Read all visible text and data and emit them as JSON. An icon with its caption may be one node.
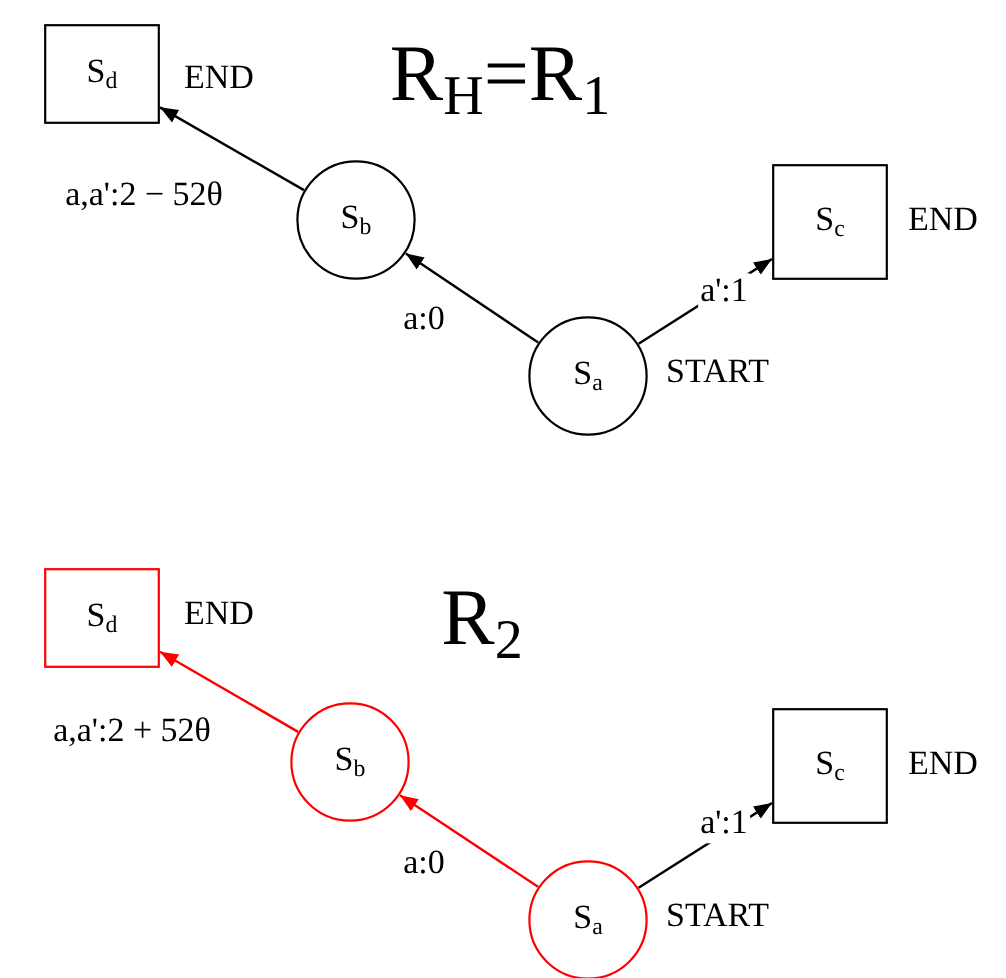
{
  "diagram": {
    "nodes": [
      {
        "text": [
          "S$_{d}$"
        ],
        "beside": [
          "END"
        ]
      },
      {
        "text": [
          "S$_{b}$"
        ]
      },
      {
        "text": [
          "S$_{c}$"
        ],
        "beside": [
          "END"
        ]
      },
      {
        "text": [
          "S$_{a}$"
        ],
        "beside": [
          "START"
        ]
      },
      {
        "text": [
          "S$_{d}$"
        ],
        "beside": [
          "END"
        ]
      },
      {
        "text": [
          "S$_{b}$"
        ]
      },
      {
        "text": [
          "S$_{c}$"
        ],
        "beside": [
          "END"
        ]
      },
      {
        "text": [
          "S$_{a}$"
        ],
        "beside": [
          "START"
        ]
      }
    ],
    "edges": [
      {
        "from": 3,
        "to": 1,
        "arrow": "to",
        "label": "a:0"
      },
      {
        "from": 1,
        "to": 0,
        "arrow": "to",
        "label": "a,a':2 − 52θ"
      },
      {
        "from": 3,
        "to": 2,
        "arrow": "to",
        "label": "a':1"
      },
      {
        "from": 7,
        "to": 5,
        "arrow": "to",
        "label": "a:0",
        "color": "#ff0000"
      },
      {
        "from": 5,
        "to": 4,
        "arrow": "to",
        "label": "a,a':2 + 52θ",
        "color": "#ff0000"
      },
      {
        "from": 7,
        "to": 6,
        "arrow": "to",
        "label": "a':1"
      }
    ],
    "labels": [
      "R$_{H}$=R$_{1}$",
      "R$_{2}$"
    ]
  }
}
